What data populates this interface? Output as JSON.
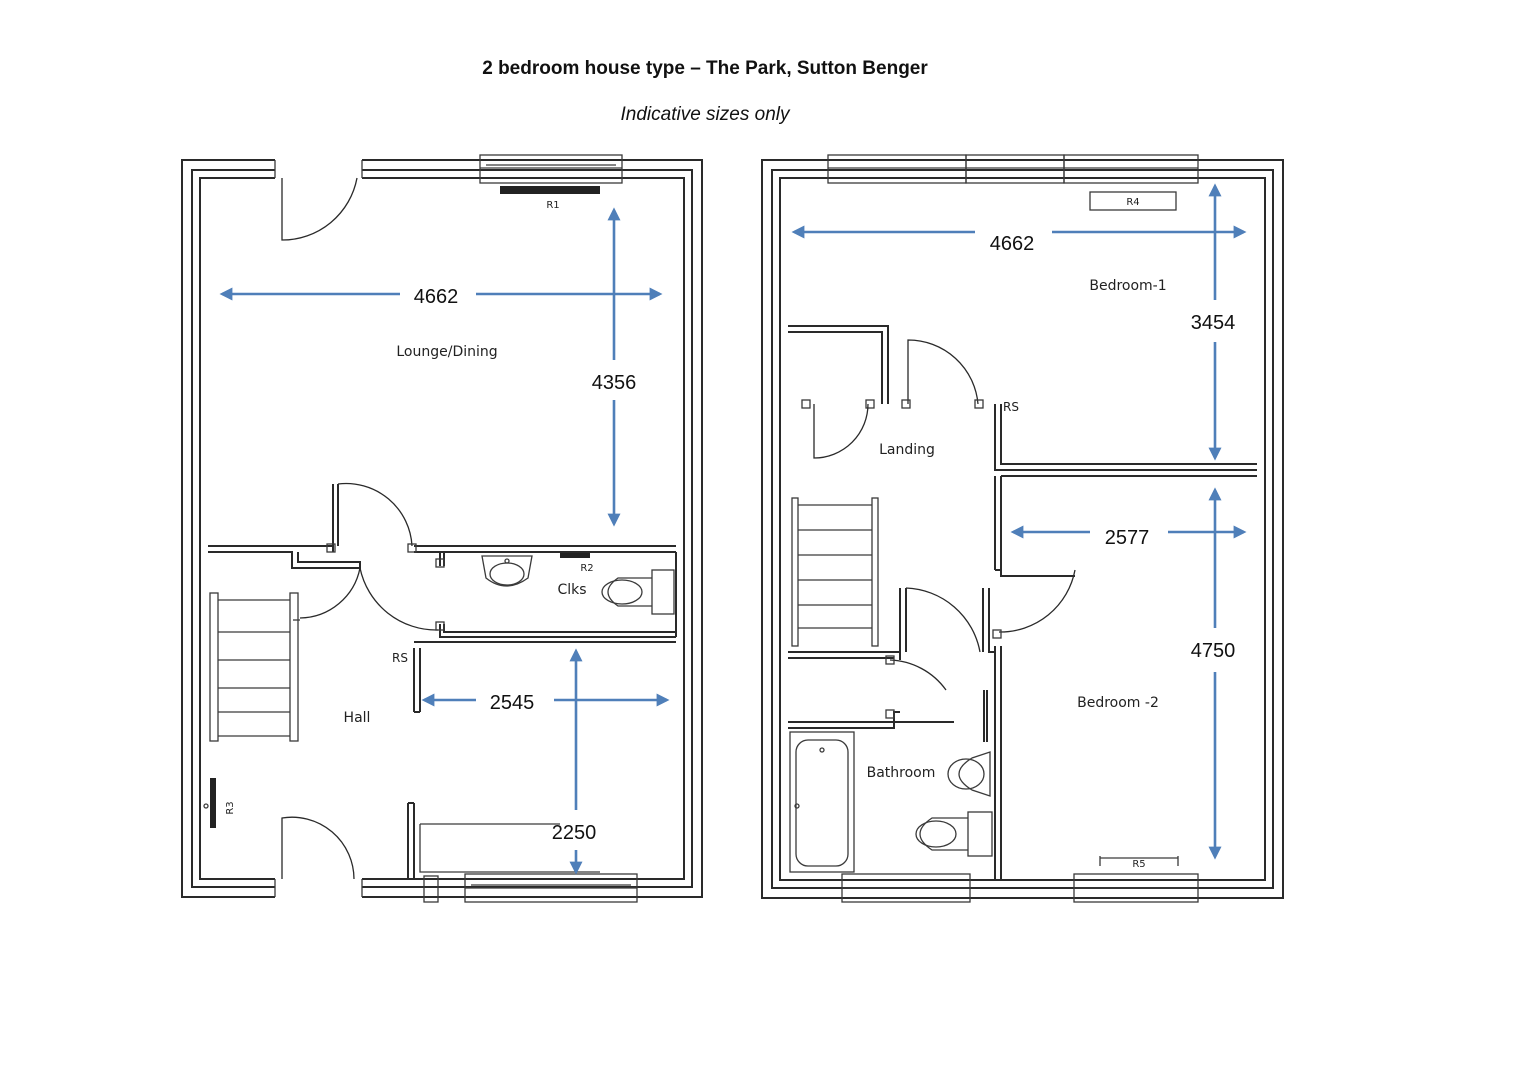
{
  "title": "2 bedroom house type – The Park, Sutton Benger",
  "subtitle": "Indicative sizes only",
  "ground_floor": {
    "rooms": {
      "lounge": "Lounge/Dining",
      "cloaks": "Clks",
      "hall": "Hall"
    },
    "dimensions": {
      "lounge_width": "4662",
      "lounge_depth": "4356",
      "hall_width": "2545",
      "hall_depth": "2250"
    },
    "labels": {
      "r1": "R1",
      "r2": "R2",
      "r3": "R3",
      "rs": "RS"
    }
  },
  "first_floor": {
    "rooms": {
      "bedroom1": "Bedroom-1",
      "landing": "Landing",
      "bathroom": "Bathroom",
      "bedroom2": "Bedroom -2"
    },
    "dimensions": {
      "bed1_width": "4662",
      "bed1_depth": "3454",
      "bed2_width": "2577",
      "bed2_depth": "4750"
    },
    "labels": {
      "r4": "R4",
      "r5": "R5",
      "rs": "RS"
    }
  }
}
